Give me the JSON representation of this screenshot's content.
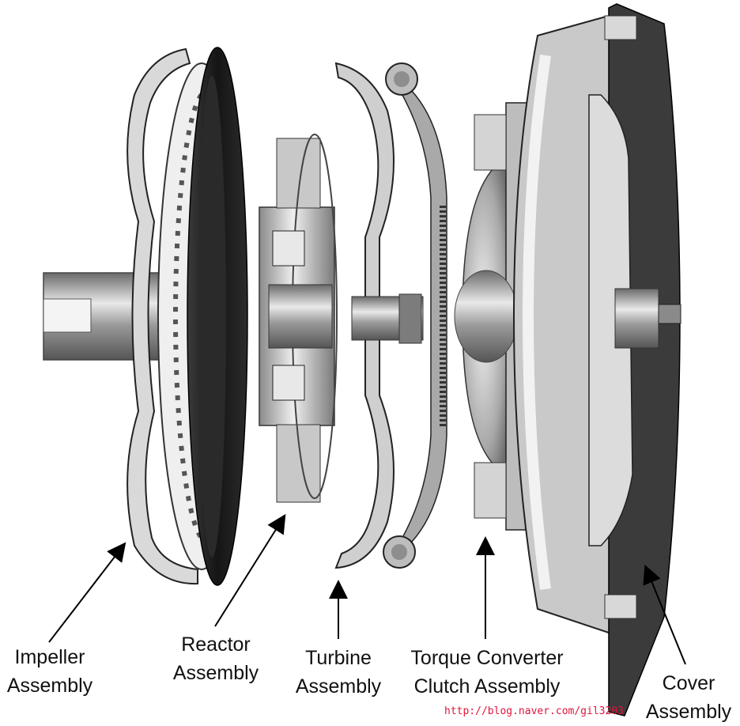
{
  "labels": {
    "impeller": [
      "Impeller",
      "Assembly"
    ],
    "reactor": [
      "Reactor",
      "Assembly"
    ],
    "turbine": [
      "Turbine",
      "Assembly"
    ],
    "tcc": [
      "Torque Converter",
      "Clutch Assembly"
    ],
    "cover": [
      "Cover",
      "Assembly"
    ]
  },
  "watermark": "http://blog.naver.com/gil3203",
  "colors": {
    "text": "#111111",
    "watermark": "#e0143c",
    "dark_rim": "#1e1e1e",
    "metal": "#b8b8b8"
  }
}
